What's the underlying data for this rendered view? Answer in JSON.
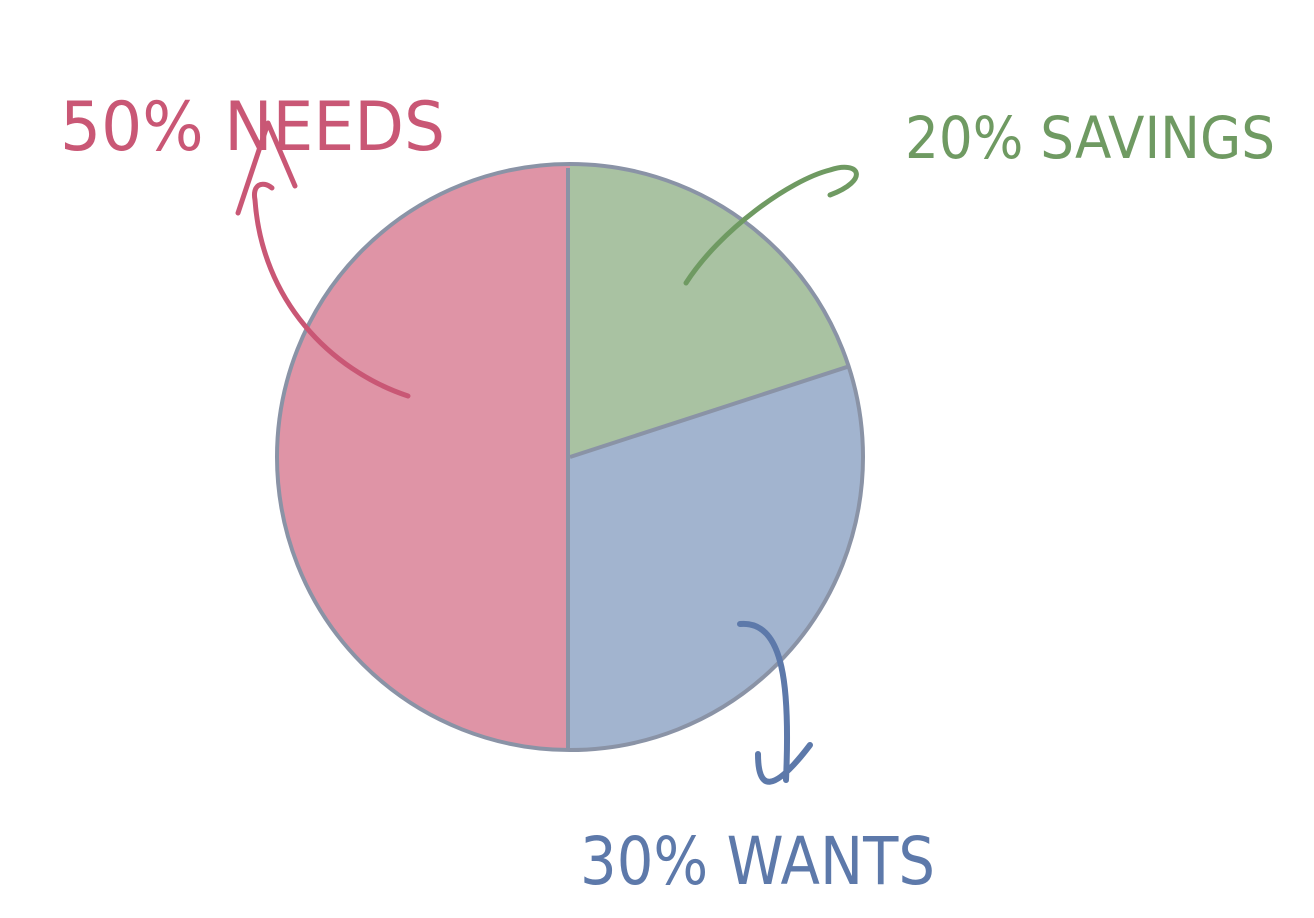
{
  "chart_data": {
    "type": "pie",
    "slices": [
      {
        "value": 50,
        "label": "50% NEEDS",
        "color": "#df94a6",
        "ink": "#c95775"
      },
      {
        "value": 20,
        "label": "20% SAVINGS",
        "color": "#a9c2a2",
        "ink": "#6f9a62"
      },
      {
        "value": 30,
        "label": "30% WANTS",
        "color": "#a2b4cf",
        "ink": "#5d79aa"
      }
    ],
    "outline_color": "#8a93a6"
  }
}
